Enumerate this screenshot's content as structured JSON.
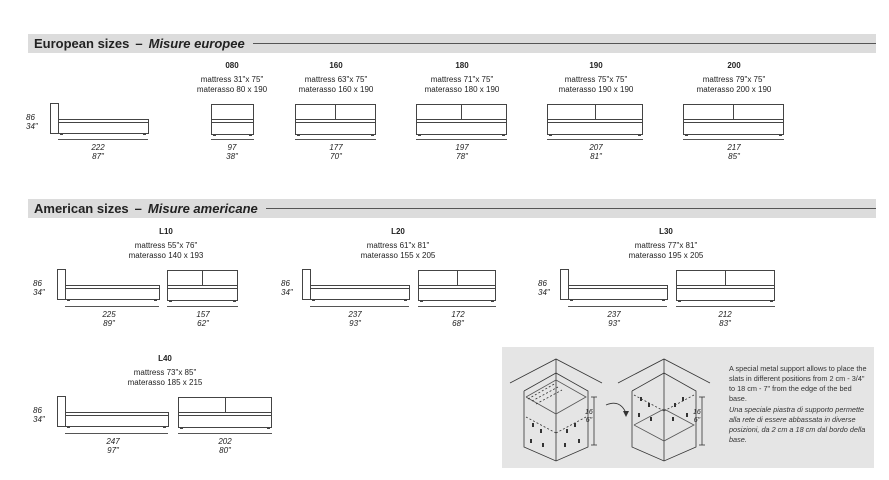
{
  "european": {
    "title": "European sizes",
    "subtitle": "Misure europee",
    "side": {
      "height_cm": "86",
      "height_in": "34\"",
      "length_cm": "222",
      "length_in": "87\""
    },
    "sizes": [
      {
        "code": "080",
        "mattress": "mattress 31\"x 75\"",
        "materasso": "materasso 80 x 190",
        "width_cm": "97",
        "width_in": "38\""
      },
      {
        "code": "160",
        "mattress": "mattress 63\"x 75\"",
        "materasso": "materasso 160 x 190",
        "width_cm": "177",
        "width_in": "70\""
      },
      {
        "code": "180",
        "mattress": "mattress 71\"x 75\"",
        "materasso": "materasso 180 x 190",
        "width_cm": "197",
        "width_in": "78\""
      },
      {
        "code": "190",
        "mattress": "mattress 75\"x 75\"",
        "materasso": "materasso 190 x 190",
        "width_cm": "207",
        "width_in": "81\""
      },
      {
        "code": "200",
        "mattress": "mattress 79\"x 75\"",
        "materasso": "materasso 200 x 190",
        "width_cm": "217",
        "width_in": "85\""
      }
    ]
  },
  "american": {
    "title": "American sizes",
    "subtitle": "Misure americane",
    "sizes": [
      {
        "code": "L10",
        "mattress": "mattress 55\"x 76\"",
        "materasso": "materasso 140 x 193",
        "height_cm": "86",
        "height_in": "34\"",
        "length_cm": "225",
        "length_in": "89\"",
        "width_cm": "157",
        "width_in": "62\""
      },
      {
        "code": "L20",
        "mattress": "mattress 61\"x 81\"",
        "materasso": "materasso 155 x 205",
        "height_cm": "86",
        "height_in": "34\"",
        "length_cm": "237",
        "length_in": "93\"",
        "width_cm": "172",
        "width_in": "68\""
      },
      {
        "code": "L30",
        "mattress": "mattress 77\"x 81\"",
        "materasso": "materasso 195 x 205",
        "height_cm": "86",
        "height_in": "34\"",
        "length_cm": "237",
        "length_in": "93\"",
        "width_cm": "212",
        "width_in": "83\""
      },
      {
        "code": "L40",
        "mattress": "mattress 73\"x 85\"",
        "materasso": "materasso 185 x 215",
        "height_cm": "86",
        "height_in": "34\"",
        "length_cm": "247",
        "length_in": "97\"",
        "width_cm": "202",
        "width_in": "80\""
      }
    ]
  },
  "support": {
    "height_cm": "16",
    "height_in": "6\"",
    "text_en": "A special metal support allows to place the slats in different positions from 2 cm - 3/4\" to 18 cm - 7\" from the edge of the bed base.",
    "text_it": "Una speciale piastra di supporto permette alla rete di essere abbassata in diverse posizioni, da 2 cm a 18 cm dal bordo della base."
  }
}
